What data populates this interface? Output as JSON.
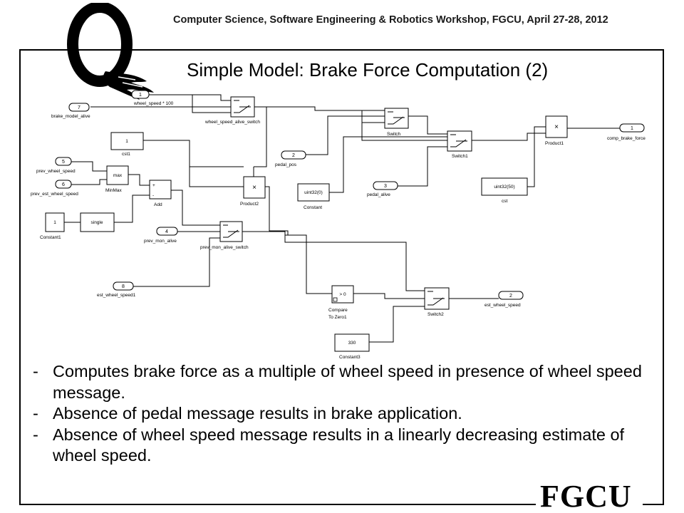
{
  "header": {
    "text": "Computer Science, Software Engineering & Robotics Workshop, FGCU, April 27-28, 2012"
  },
  "slide": {
    "title": "Simple Model: Brake Force Computation (2)"
  },
  "logo": {
    "text": "FGCU"
  },
  "bullets": [
    "Computes brake force as a multiple of wheel speed in presence of wheel speed message.",
    "Absence of pedal message results in brake application.",
    "Absence of wheel speed message results in a linearly decreasing estimate of wheel speed."
  ],
  "diagram": {
    "inports": [
      {
        "num": "1",
        "label": "wheel_speed * 100"
      },
      {
        "num": "7",
        "label": "brake_model_alive"
      },
      {
        "num": "5",
        "label": "prev_wheel_speed"
      },
      {
        "num": "6",
        "label": "prev_est_wheel_speed"
      },
      {
        "num": "4",
        "label": "prev_mon_alive"
      },
      {
        "num": "8",
        "label": "est_wheel_speed1"
      },
      {
        "num": "2",
        "label": "pedal_pos"
      },
      {
        "num": "3",
        "label": "pedal_alive"
      }
    ],
    "outports": [
      {
        "num": "1",
        "label": "comp_brake_force"
      },
      {
        "num": "2",
        "label": "est_wheel_speed"
      }
    ],
    "constants": [
      {
        "value": "1",
        "label": "cst1"
      },
      {
        "value": "1",
        "label": "Constant1"
      },
      {
        "value": "uint32(0)",
        "label": "Constant"
      },
      {
        "value": "uint32(50)",
        "label": "cst"
      },
      {
        "value": "330",
        "label": "Constant3"
      }
    ],
    "blocks": {
      "convert": "single",
      "minmax": {
        "text": "max",
        "label": "MinMax"
      },
      "add": {
        "label": "Add",
        "plus": "+",
        "minus": "-"
      },
      "product2": {
        "symbol": "×",
        "label": "Product2"
      },
      "product1": {
        "symbol": "×",
        "label": "Product1"
      },
      "compare": {
        "text": "> 0",
        "label1": "Compare",
        "label2": "To Zero1"
      }
    },
    "switches": [
      {
        "label": "wheel_speed_alive_switch"
      },
      {
        "label": "Switch"
      },
      {
        "label": "Switch1"
      },
      {
        "label": "prev_mon_alive_switch"
      },
      {
        "label": "Switch2"
      }
    ]
  }
}
